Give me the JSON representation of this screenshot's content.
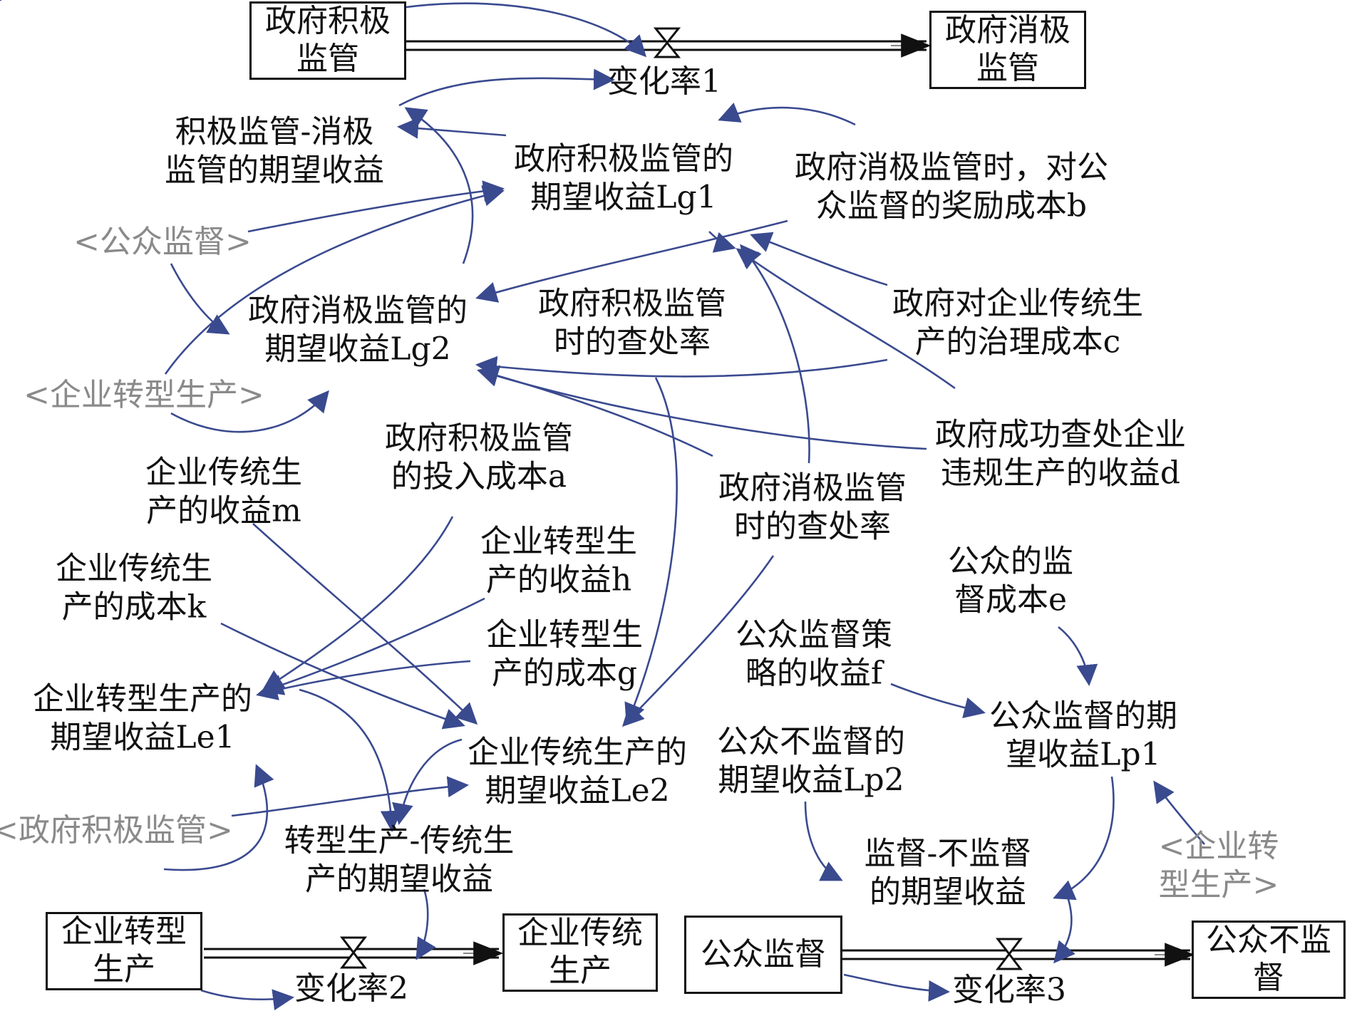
{
  "stocks": {
    "gov_active": "政府积极\n监管",
    "gov_passive": "政府消极\n监管",
    "ent_transform": "企业转型\n生产",
    "ent_traditional": "企业传统\n生产",
    "pub_supervise": "公众监督",
    "pub_not_supervise": "公众不监督"
  },
  "rates": {
    "rate1": "变化率1",
    "rate2": "变化率2",
    "rate3": "变化率3"
  },
  "variables": {
    "active_minus_passive": "积极监管-消极\n监管的期望收益",
    "lg1": "政府积极监管的\n期望收益Lg1",
    "reward_cost_b": "政府消极监管时，对公\n众监督的奖励成本b",
    "lg2": "政府消极监管的\n期望收益Lg2",
    "active_rate": "政府积极监管\n时的查处率",
    "gov_cost_c": "政府对企业传统生\n产的治理成本c",
    "active_cost_a": "政府积极监管\n的投入成本a",
    "gov_income_d": "政府成功查处企业\n违规生产的收益d",
    "trad_income_m": "企业传统生\n产的收益m",
    "passive_rate": "政府消极监管\n时的查处率",
    "trans_income_h": "企业转型生\n产的收益h",
    "trad_cost_k": "企业传统生\n产的成本k",
    "pub_cost_e": "公众的监\n督成本e",
    "trans_cost_g": "企业转型生\n产的成本g",
    "pub_income_f": "公众监督策\n略的收益f",
    "le1": "企业转型生产的\n期望收益Le1",
    "le2": "企业传统生产的\n期望收益Le2",
    "lp1": "公众监督的期\n望收益Lp1",
    "lp2": "公众不监督的\n期望收益Lp2",
    "trans_minus_trad": "转型生产-传统生\n产的期望收益",
    "sup_minus_nosup": "监督-不监督\n的期望收益"
  },
  "shadow_variables": {
    "public_supervision": "<公众监督>",
    "enterprise_transform_1": "<企业转型生产>",
    "gov_active": "<政府积极监管>",
    "enterprise_transform_2": "<企业转型生产>"
  },
  "colors": {
    "arrow": "#3a4a8f",
    "text": "#111111",
    "shadow_text": "#8a8a8a",
    "stock_border": "#111111"
  }
}
